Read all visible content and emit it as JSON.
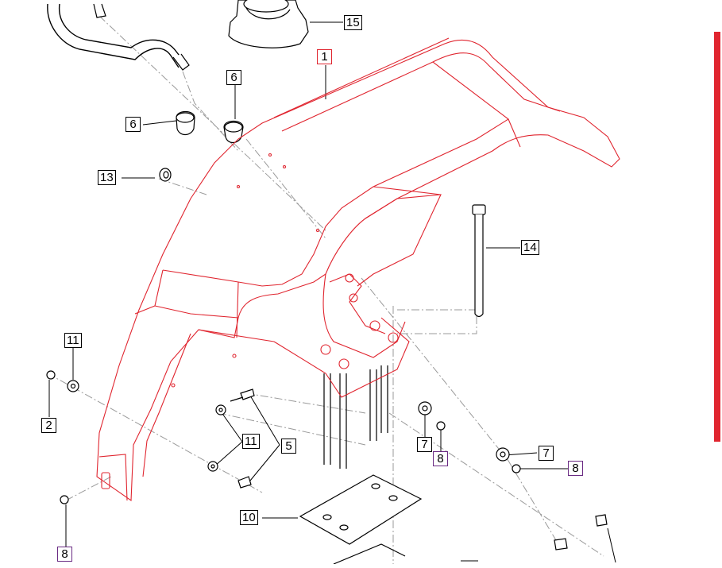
{
  "colors": {
    "highlight_part": "#e0252f",
    "line_art": "#000000",
    "leader": "#9a9a9a",
    "callout_purple": "#6a2a83",
    "side_bar": "#e0252f"
  },
  "callouts": {
    "c15": "15",
    "c1": "1",
    "c6a": "6",
    "c6b": "6",
    "c13": "13",
    "c14": "14",
    "c11a": "11",
    "c2": "2",
    "c11b": "11",
    "c5": "5",
    "c7a": "7",
    "c8a": "8",
    "c7b": "7",
    "c8b": "8",
    "c10": "10",
    "c8c": "8"
  }
}
